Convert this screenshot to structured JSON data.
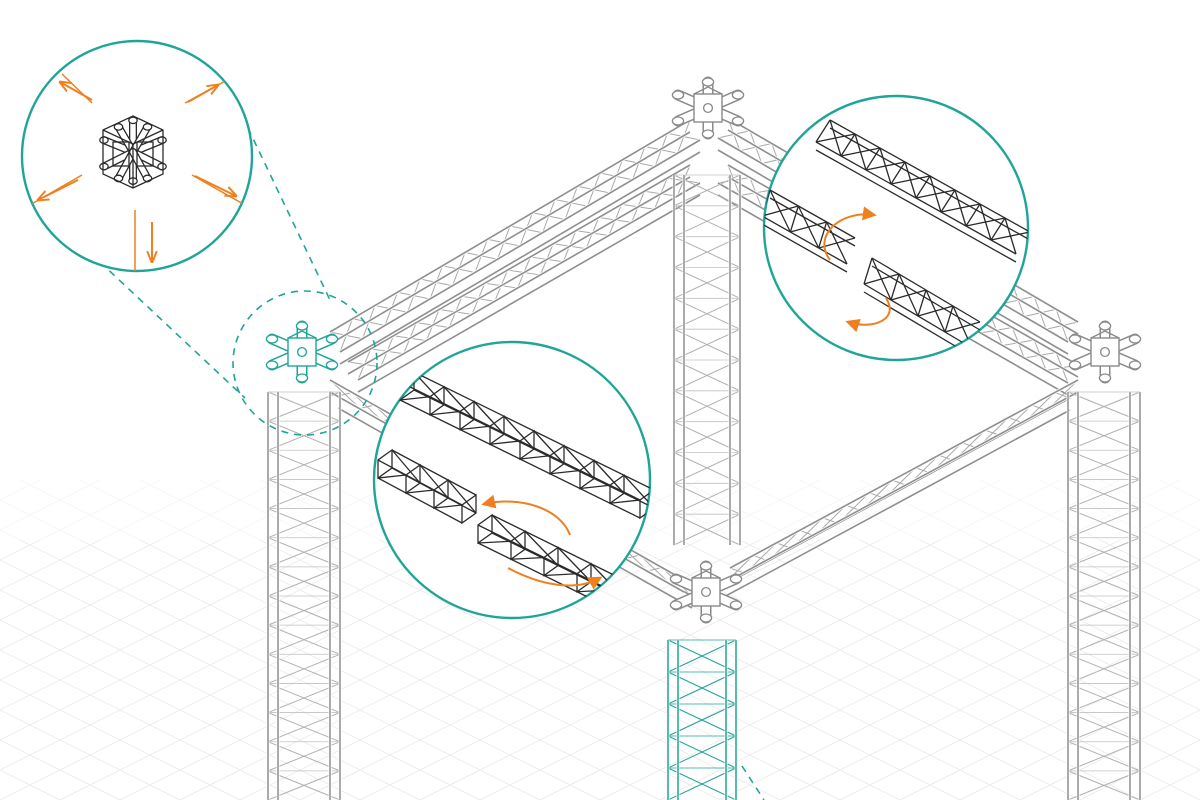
{
  "diagram": {
    "subject": "",
    "colors": {
      "accent": "#1fa598",
      "highlight": "#f07f1f",
      "structure": "#8a8a8a",
      "detail": "#2b2b2b",
      "grid": "#ececec",
      "background": "#ffffff"
    },
    "details": [
      {
        "id": "corner-node",
        "icon": "six-way-cube-connector",
        "arrows": 6
      },
      {
        "id": "rear-joint",
        "icon": "truss-rotate-join",
        "arrows": 2
      },
      {
        "id": "front-joint",
        "icon": "truss-slide-join",
        "arrows": 2
      }
    ]
  }
}
